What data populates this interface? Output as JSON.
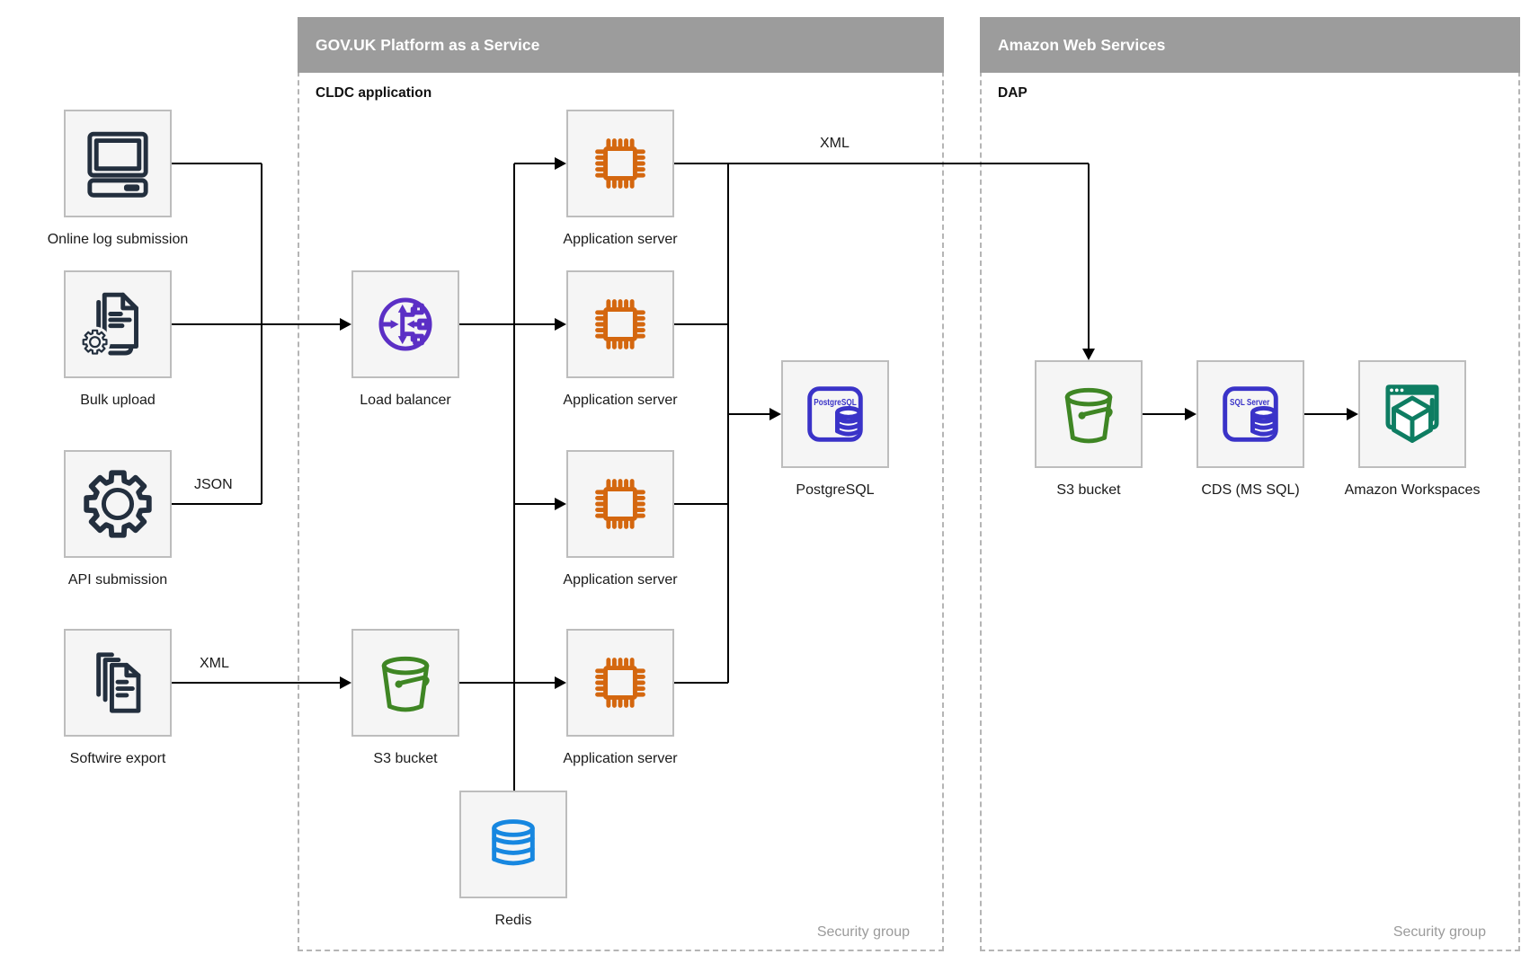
{
  "colors": {
    "navy": "#232f3e",
    "purple": "#5b2fc5",
    "orange": "#d4670f",
    "green": "#3f8624",
    "azure": "#1787e0",
    "indigo": "#3a33c8",
    "teal": "#0e7d62",
    "header-gray": "#9c9c9c",
    "box-fill": "#f5f5f5",
    "box-border": "#bdbdbd",
    "dash": "#b5b5b5",
    "line": "#000000",
    "label": "#1a1a1a",
    "muted": "#9b9b9b"
  },
  "groups": [
    {
      "title": "GOV.UK Platform as a Service",
      "sublabel": "CLDC application",
      "footer": "Security group"
    },
    {
      "title": "Amazon Web Services",
      "sublabel": "DAP",
      "footer": "Security group"
    }
  ],
  "nodes": {
    "online_log": {
      "label": "Online log submission",
      "icon": "computer-icon"
    },
    "bulk_upload": {
      "label": "Bulk upload",
      "icon": "document-gear-icon"
    },
    "api_submission": {
      "label": "API submission",
      "icon": "gear-icon"
    },
    "softwire_export": {
      "label": "Softwire export",
      "icon": "documents-stack-icon"
    },
    "load_balancer": {
      "label": "Load balancer",
      "icon": "load-balancer-icon"
    },
    "s3_paas": {
      "label": "S3 bucket",
      "icon": "bucket-icon"
    },
    "app_server": {
      "label": "Application server",
      "icon": "chip-icon"
    },
    "redis": {
      "label": "Redis",
      "icon": "database-cylinder-icon"
    },
    "postgresql": {
      "label": "PostgreSQL",
      "icon": "postgresql-icon",
      "icon_text": "PostgreSQL"
    },
    "s3_aws": {
      "label": "S3 bucket",
      "icon": "bucket-icon"
    },
    "cds": {
      "label": "CDS (MS SQL)",
      "icon": "sql-server-icon",
      "icon_text": "SQL Server"
    },
    "workspaces": {
      "label": "Amazon Workspaces",
      "icon": "workspaces-icon"
    }
  },
  "edge_labels": {
    "json_api": "JSON",
    "xml_softwire": "XML",
    "xml_app": "XML"
  }
}
